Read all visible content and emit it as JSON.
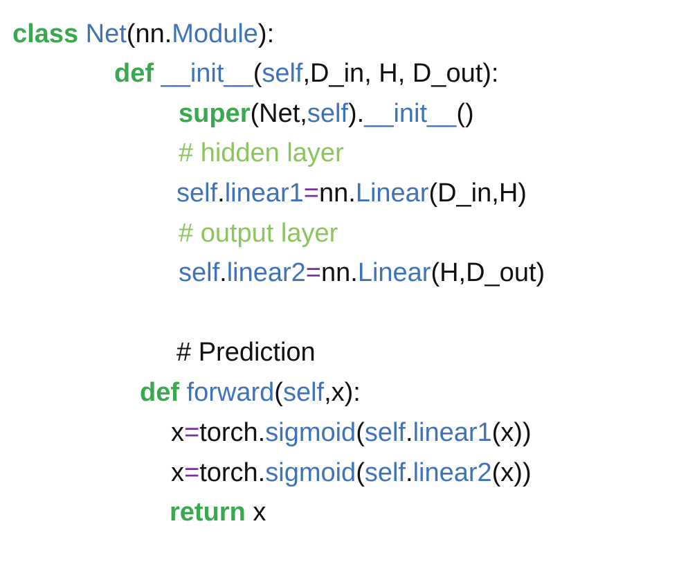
{
  "code_lines": [
    {
      "tokens": [
        {
          "text": "class",
          "kind": "keyword"
        },
        {
          "text": " ",
          "kind": "plain"
        },
        {
          "text": "Net",
          "kind": "class"
        },
        {
          "text": "(nn.",
          "kind": "plain"
        },
        {
          "text": "Module",
          "kind": "class"
        },
        {
          "text": "):",
          "kind": "plain"
        }
      ]
    },
    {
      "tokens": [
        {
          "text": "def",
          "kind": "keyword"
        },
        {
          "text": " ",
          "kind": "plain"
        },
        {
          "text": "__init__",
          "kind": "function"
        },
        {
          "text": "(",
          "kind": "plain"
        },
        {
          "text": "self",
          "kind": "self"
        },
        {
          "text": ",D_in, H, D_out):",
          "kind": "plain"
        }
      ]
    },
    {
      "tokens": [
        {
          "text": "super",
          "kind": "keyword"
        },
        {
          "text": "(Net,",
          "kind": "plain"
        },
        {
          "text": "self",
          "kind": "self"
        },
        {
          "text": ").",
          "kind": "plain"
        },
        {
          "text": "__init__",
          "kind": "function"
        },
        {
          "text": "()",
          "kind": "plain"
        }
      ]
    },
    {
      "tokens": [
        {
          "text": "# hidden layer",
          "kind": "comment"
        }
      ]
    },
    {
      "tokens": [
        {
          "text": "self",
          "kind": "self"
        },
        {
          "text": ".",
          "kind": "plain"
        },
        {
          "text": "linear1",
          "kind": "function"
        },
        {
          "text": "=",
          "kind": "operator"
        },
        {
          "text": "nn.",
          "kind": "plain"
        },
        {
          "text": "Linear",
          "kind": "function"
        },
        {
          "text": "(D_in,H)",
          "kind": "plain"
        }
      ]
    },
    {
      "tokens": [
        {
          "text": "# output layer",
          "kind": "comment"
        }
      ]
    },
    {
      "tokens": [
        {
          "text": "self",
          "kind": "self"
        },
        {
          "text": ".",
          "kind": "plain"
        },
        {
          "text": "linear2",
          "kind": "function"
        },
        {
          "text": "=",
          "kind": "operator"
        },
        {
          "text": "nn.",
          "kind": "plain"
        },
        {
          "text": "Linear",
          "kind": "function"
        },
        {
          "text": "(H,D_out)",
          "kind": "plain"
        }
      ]
    },
    {
      "tokens": [
        {
          "text": "# Prediction",
          "kind": "plain"
        }
      ]
    },
    {
      "tokens": [
        {
          "text": "def",
          "kind": "keyword"
        },
        {
          "text": " ",
          "kind": "plain"
        },
        {
          "text": "forward",
          "kind": "function"
        },
        {
          "text": "(",
          "kind": "plain"
        },
        {
          "text": "self",
          "kind": "self"
        },
        {
          "text": ",x):",
          "kind": "plain"
        }
      ]
    },
    {
      "tokens": [
        {
          "text": "x",
          "kind": "plain"
        },
        {
          "text": "=",
          "kind": "operator"
        },
        {
          "text": "torch.",
          "kind": "plain"
        },
        {
          "text": "sigmoid",
          "kind": "function"
        },
        {
          "text": "(",
          "kind": "plain"
        },
        {
          "text": "self",
          "kind": "self"
        },
        {
          "text": ".",
          "kind": "plain"
        },
        {
          "text": "linear1",
          "kind": "function"
        },
        {
          "text": "(x))",
          "kind": "plain"
        }
      ]
    },
    {
      "tokens": [
        {
          "text": "x",
          "kind": "plain"
        },
        {
          "text": "=",
          "kind": "operator"
        },
        {
          "text": "torch.",
          "kind": "plain"
        },
        {
          "text": "sigmoid",
          "kind": "function"
        },
        {
          "text": "(",
          "kind": "plain"
        },
        {
          "text": "self",
          "kind": "self"
        },
        {
          "text": ".",
          "kind": "plain"
        },
        {
          "text": "linear2",
          "kind": "function"
        },
        {
          "text": "(x))",
          "kind": "plain"
        }
      ]
    },
    {
      "tokens": [
        {
          "text": "return",
          "kind": "keyword"
        },
        {
          "text": " x",
          "kind": "plain"
        }
      ]
    }
  ],
  "colors": {
    "keyword": "#3aa84f",
    "class": "#3f73b8",
    "function": "#3f73b8",
    "self": "#3f73b8",
    "comment": "#8cc55a",
    "operator": "#7a2f9d",
    "plain": "#111111",
    "background": "#ffffff"
  }
}
